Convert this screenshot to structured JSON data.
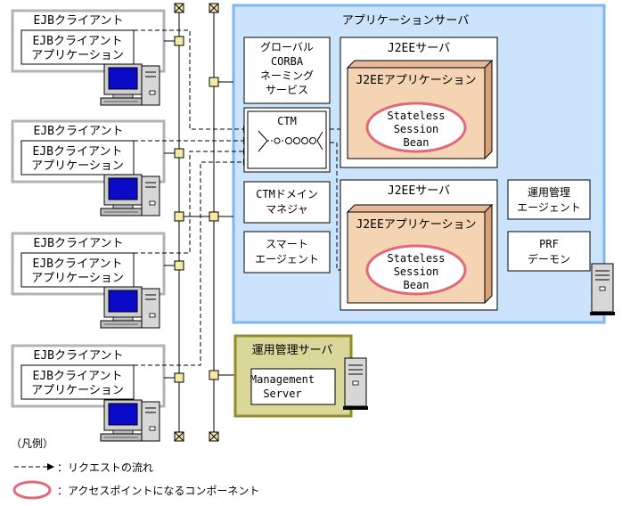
{
  "client_label": "EJBクライアント",
  "client_app_lines": [
    "EJBクライアント",
    "アプリケーション"
  ],
  "app_server": {
    "title": "アプリケーションサーバ",
    "corba_lines": [
      "グローバル",
      "CORBA",
      "ネーミング",
      "サービス"
    ],
    "ctm_label": "CTM",
    "ctm_domain_manager_lines": [
      "CTMドメイン",
      "マネジャ"
    ],
    "smart_agent_lines": [
      "スマート",
      "エージェント"
    ],
    "j2ee_server_title": "J2EEサーバ",
    "j2ee_app_title": "J2EEアプリケーション",
    "bean_lines": [
      "Stateless",
      "Session",
      "Bean"
    ],
    "mgmt_agent_lines": [
      "運用管理",
      "エージェント"
    ],
    "prf_daemon_lines": [
      "PRF",
      "デーモン"
    ]
  },
  "mgmt_server": {
    "title": "運用管理サーバ",
    "inner_lines": [
      "Management",
      "Server"
    ]
  },
  "legend": {
    "title": "（凡例）",
    "request_flow": "：リクエストの流れ",
    "access_point": "：アクセスポイントになるコンポーネント"
  },
  "colors": {
    "app_server_fill": "#cce4fb",
    "app_server_border": "#7fb6ee",
    "mgmt_server_fill": "#d9d79a",
    "mgmt_server_border": "#8f8e2a",
    "j2ee_app_fill": "#f4d4b2",
    "bean_outline": "#e06a7a",
    "connector_fill": "#f3eaa6",
    "client_border": "#b3b3b3"
  }
}
